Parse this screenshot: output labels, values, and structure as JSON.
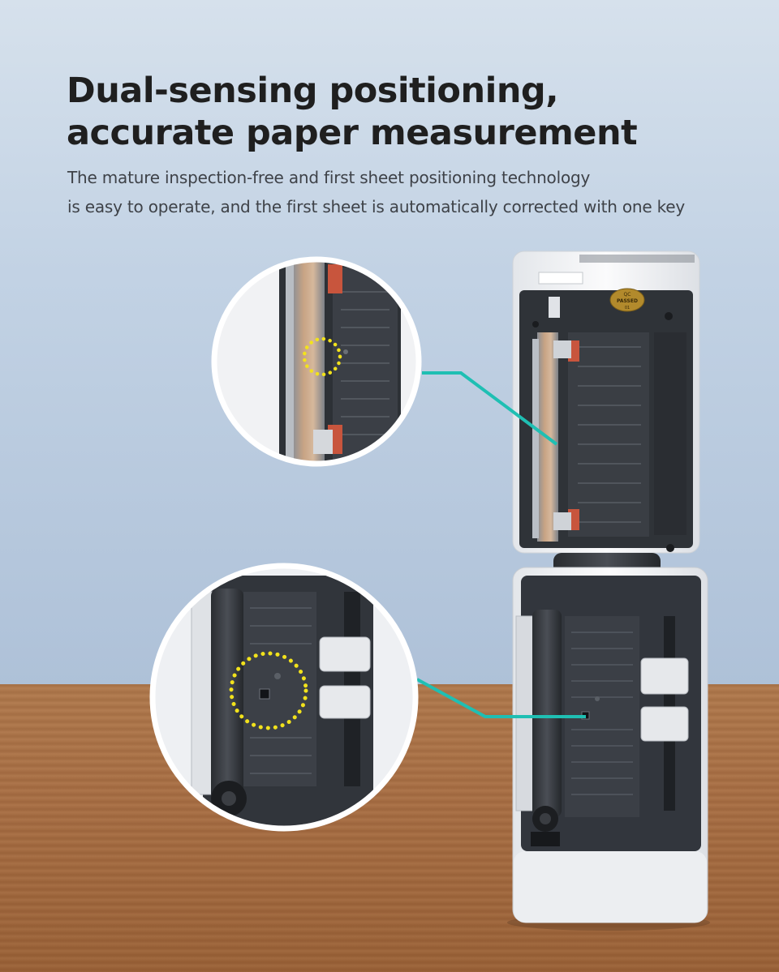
{
  "headline": {
    "line1": "Dual-sensing positioning,",
    "line2": "accurate paper measurement"
  },
  "subtitle": {
    "line1": "The mature inspection-free and first sheet positioning technology",
    "line2": "is easy to operate, and the first sheet is automatically corrected with one key"
  },
  "lid_badge": {
    "line1": "QC",
    "line2": "PASSED",
    "line3": "01"
  },
  "colors": {
    "callout_line": "#1fbfb3",
    "sensor_highlight": "#f2e21c",
    "printer_body": "#f4f5f7",
    "printer_interior": "#32363d"
  }
}
